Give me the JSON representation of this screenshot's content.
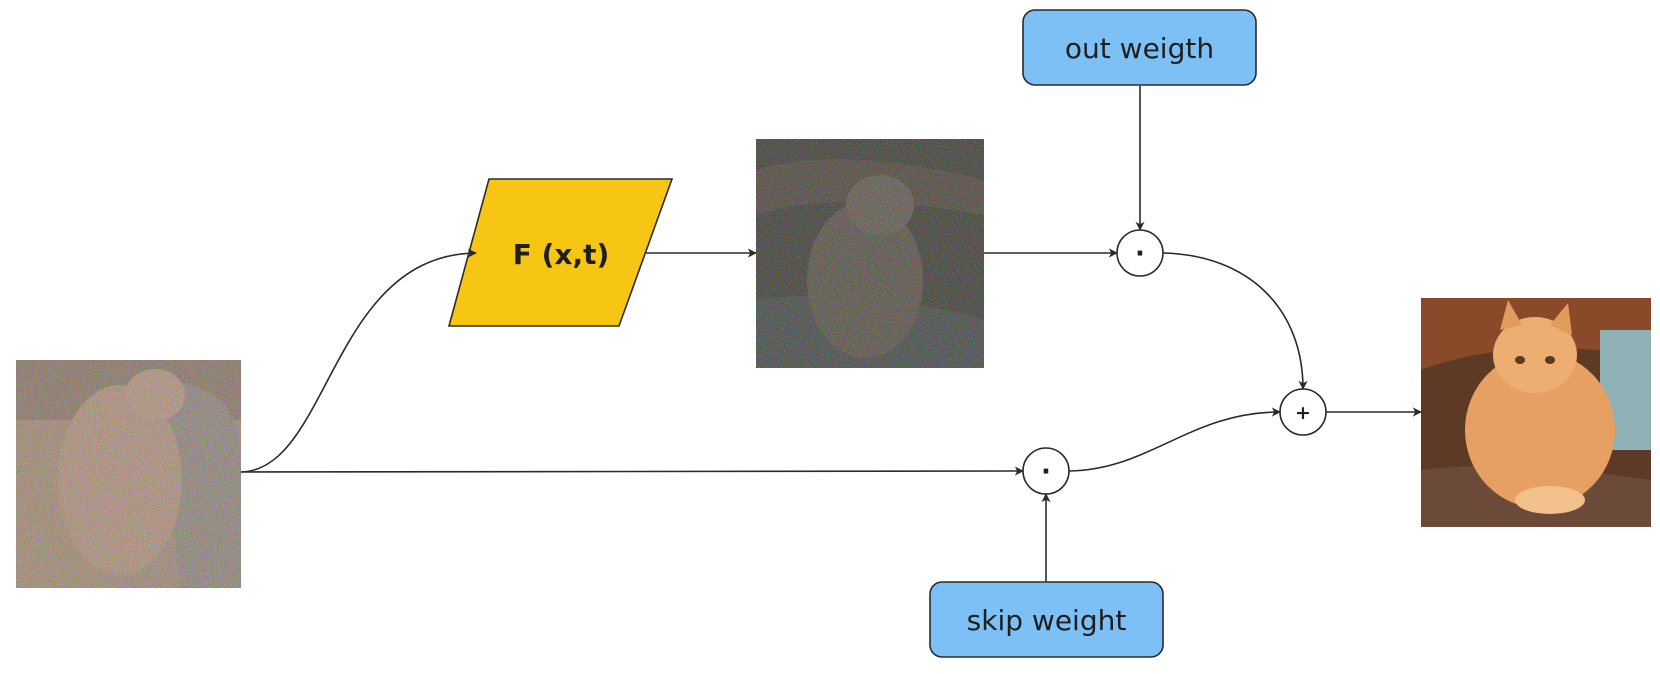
{
  "nodes": {
    "function_label": "F (x,t)",
    "out_weight_label": "out weigth",
    "skip_weight_label": "skip weight",
    "multiply_symbol": "·",
    "add_symbol": "+"
  },
  "images": {
    "noisy_input": "noisy cat image",
    "network_output": "dark noisy cat image",
    "denoised_output": "clean orange cat image"
  },
  "colors": {
    "function_fill": "#F7C614",
    "weight_fill": "#7CC0F5",
    "stroke": "#2b2b2b"
  }
}
